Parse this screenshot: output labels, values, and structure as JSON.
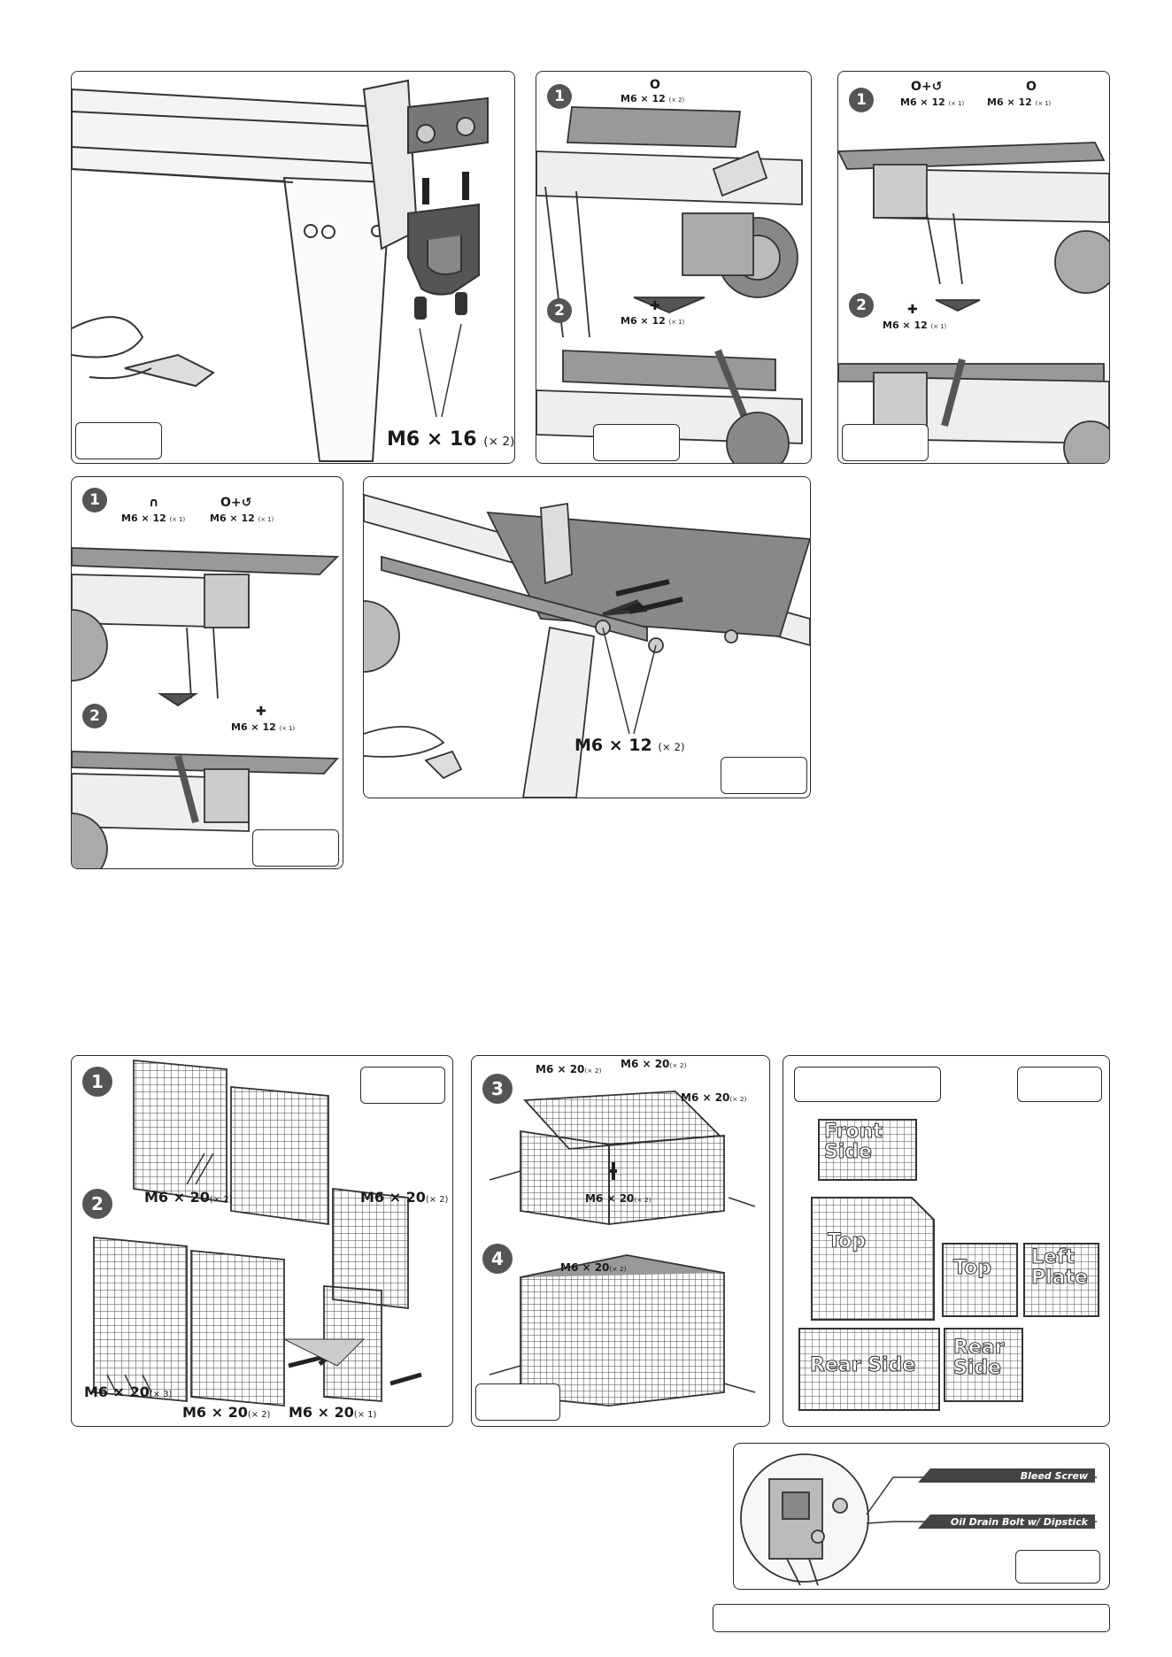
{
  "panels": {
    "p1": {
      "fastener": "M6 × 16",
      "qty": "(× 2)"
    },
    "p2": {
      "step1": "1",
      "step1_glyph": "O",
      "step1_fastener": "M6 × 12",
      "step1_qty": "(× 2)",
      "step2": "2",
      "step2_glyph": "✚",
      "step2_fastener": "M6 × 12",
      "step2_qty": "(× 1)"
    },
    "p3": {
      "step1": "1",
      "glyph_a": "O+↺",
      "glyph_b": "O",
      "fastener_a": "M6 × 12",
      "qty_a": "(× 1)",
      "fastener_b": "M6 × 12",
      "qty_b": "(× 1)",
      "step2": "2",
      "step2_glyph": "✚",
      "step2_fastener": "M6 × 12",
      "step2_qty": "(× 1)"
    },
    "p4": {
      "step1": "1",
      "glyph_a": "∩",
      "glyph_b": "O+↺",
      "fastener_a": "M6 × 12",
      "qty_a": "(× 1)",
      "fastener_b": "M6 × 12",
      "qty_b": "(× 1)",
      "step2": "2",
      "step2_glyph": "✚",
      "step2_fastener": "M6 × 12",
      "step2_qty": "(× 1)"
    },
    "p5": {
      "fastener": "M6 × 12",
      "qty": "(× 2)"
    },
    "p6": {
      "step1": "1",
      "step2": "2",
      "l1_f": "M6 × 20",
      "l1_q": "(× 2)",
      "l2_f": "M6 × 20",
      "l2_q": "(× 2)",
      "l3_f": "M6 × 20",
      "l3_q": "(× 3)",
      "l4_f": "M6 × 20",
      "l4_q": "(× 2)",
      "l5_f": "M6 × 20",
      "l5_q": "(× 1)"
    },
    "p7": {
      "step3": "3",
      "step4": "4",
      "l1_f": "M6 × 20",
      "l1_q": "(× 2)",
      "l2_f": "M6 × 20",
      "l2_q": "(× 2)",
      "l3_f": "M6 × 20",
      "l3_q": "(× 2)",
      "l4_f": "M6 × 20",
      "l4_q": "(× 2)",
      "l5_f": "M6 × 20",
      "l5_q": "(× 2)"
    },
    "p8": {
      "front_side": "Front Side",
      "top_large": "Top",
      "top_small": "Top",
      "left_plate": "Left Plate",
      "rear_side_large": "Rear Side",
      "rear_side_small": "Rear Side"
    },
    "p9": {
      "bleed_screw": "Bleed Screw",
      "oil_drain": "Oil Drain Bolt w/ Dipstick"
    }
  }
}
